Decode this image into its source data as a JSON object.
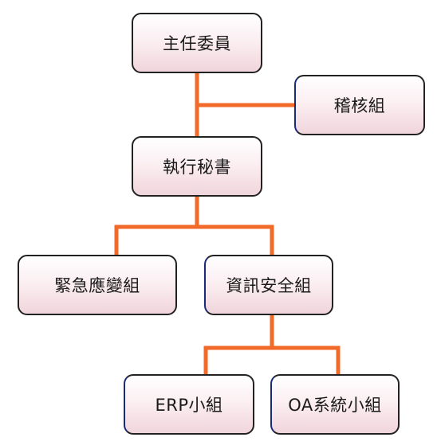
{
  "org_chart": {
    "nodes": {
      "chair": "主任委員",
      "audit": "稽核組",
      "exec": "執行秘書",
      "emergency": "緊急應變組",
      "infosec": "資訊安全組",
      "erp": "ERP小組",
      "oa": "OA系統小組"
    },
    "edges": [
      {
        "from": "chair",
        "to": "audit"
      },
      {
        "from": "chair",
        "to": "exec"
      },
      {
        "from": "exec",
        "to": "emergency"
      },
      {
        "from": "exec",
        "to": "infosec"
      },
      {
        "from": "infosec",
        "to": "erp"
      },
      {
        "from": "infosec",
        "to": "oa"
      }
    ],
    "colors": {
      "connector": "#f26a2a",
      "box_border": "#222222",
      "box_accent": "#1b2a78",
      "box_fill_top": "#ffffff",
      "box_fill_bottom": "#f0d5dc"
    }
  }
}
